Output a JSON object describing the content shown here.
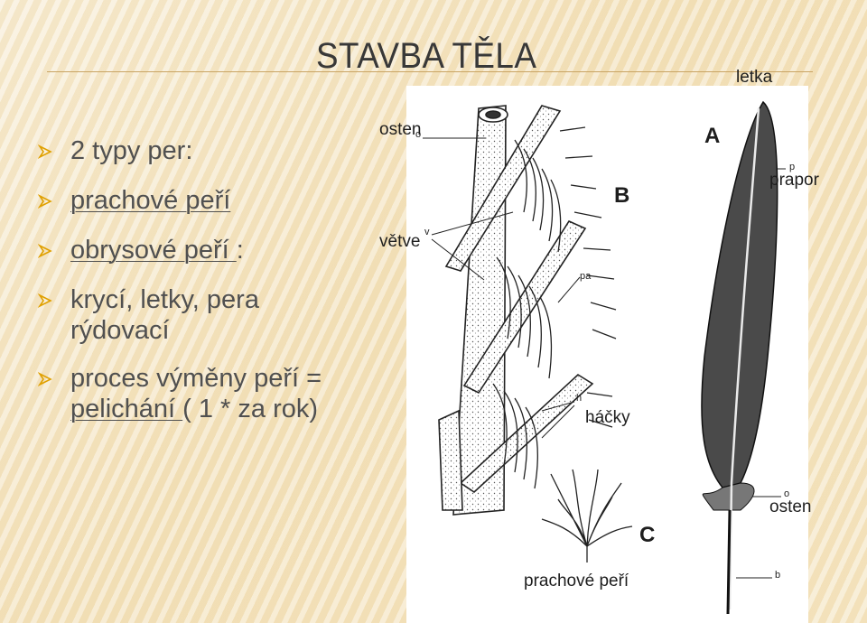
{
  "slide": {
    "title": "STAVBA TĚLA",
    "bullets": [
      {
        "text": "2 typy per:"
      },
      {
        "underlined": "prachové peří",
        "suffix": ""
      },
      {
        "underlined": "obrysové peří ",
        "suffix": ":"
      },
      {
        "line1": "krycí, letky, pera",
        "line2": "rýdovací"
      },
      {
        "line1": "proces výměny peří =",
        "line2_underlined": "pelichání ",
        "line2_suffix": "( 1 * za rok)"
      }
    ]
  },
  "figure": {
    "labels": {
      "osten_top": "osten",
      "vetve": "větve",
      "hacky": "háčky",
      "letka": "letka",
      "prapor": "prapor",
      "osten_right": "osten",
      "prachove_peri": "prachové peří"
    },
    "panel_letters": {
      "a": "A",
      "b": "B",
      "c": "C"
    },
    "part_letters": {
      "o": "o",
      "v": "v",
      "pa": "pa",
      "h": "h",
      "p": "p",
      "o2": "o",
      "b": "b"
    }
  },
  "colors": {
    "title": "#383838",
    "bullet_text": "#505050",
    "arrow": "#e0a000",
    "rule": "#c9a463"
  }
}
